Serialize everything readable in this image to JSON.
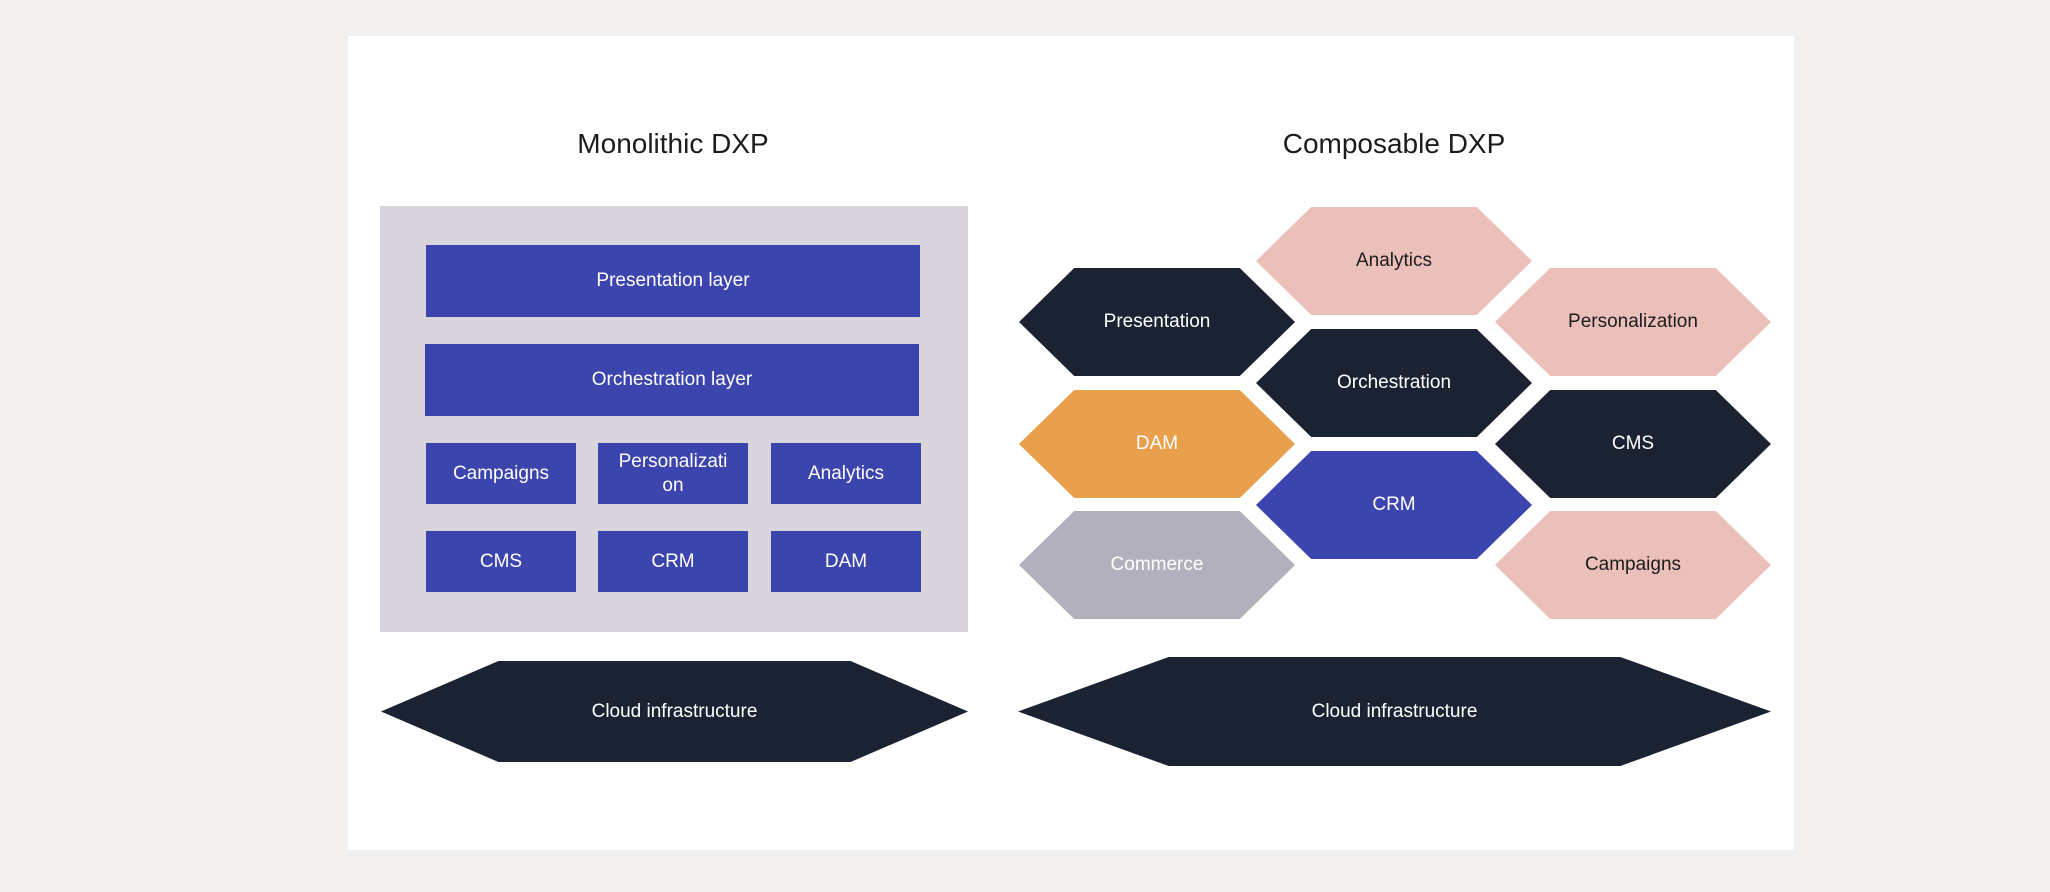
{
  "monolithic": {
    "title": "Monolithic DXP",
    "blocks": {
      "presentation": "Presentation layer",
      "orchestration": "Orchestration layer",
      "campaigns": "Campaigns",
      "personalization_line1": "Personalizati",
      "personalization_line2": "on",
      "analytics": "Analytics",
      "cms": "CMS",
      "crm": "CRM",
      "dam": "DAM"
    },
    "cloud": "Cloud infrastructure"
  },
  "composable": {
    "title": "Composable DXP",
    "hexes": {
      "analytics": "Analytics",
      "presentation": "Presentation",
      "personalization": "Personalization",
      "orchestration": "Orchestration",
      "dam": "DAM",
      "cms": "CMS",
      "crm": "CRM",
      "commerce": "Commerce",
      "campaigns": "Campaigns"
    },
    "cloud": "Cloud infrastructure"
  },
  "colors": {
    "navy": "#1b2333",
    "blue": "#3b45ad",
    "pink": "#ecc0ba",
    "orange": "#e9a04c",
    "gray": "#b1b0bc",
    "frame": "#d8d5dc"
  }
}
